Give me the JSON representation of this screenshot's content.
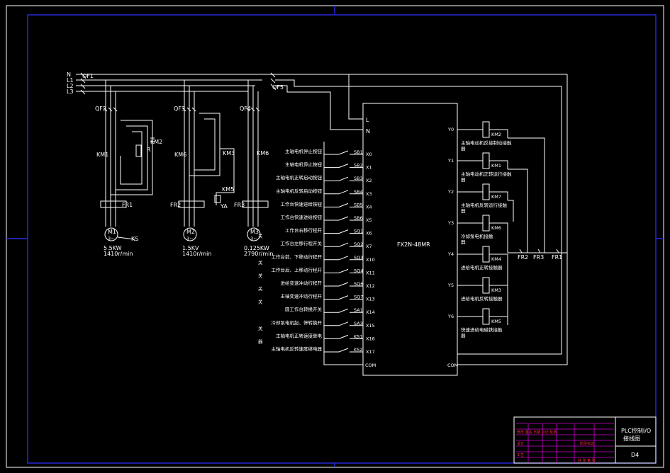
{
  "supply": {
    "phases": [
      "N",
      "L1",
      "L2",
      "L3"
    ],
    "main_switch": "QF1",
    "plc_switch": "QF5"
  },
  "motors": [
    {
      "switch": "QF2",
      "designator": "M1",
      "phase": "3~",
      "power": "5.5KW",
      "speed": "1410r/min",
      "relay": "FR1"
    },
    {
      "switch": "QF3",
      "designator": "M2",
      "phase": "3~",
      "power": "1.5KV",
      "speed": "1410r/min",
      "relay": "FR2"
    },
    {
      "switch": "QF4",
      "designator": "M3",
      "phase": "3~",
      "power": "0.125KW",
      "speed": "2790r/min",
      "relay": "FR3"
    }
  ],
  "power_labels": {
    "km1": "KM1",
    "km2": "KM2",
    "km3": "KM3",
    "km5": "KM5",
    "km6": "KM6",
    "r": "R",
    "ya": "YA",
    "ks": "KS"
  },
  "plc": {
    "model": "FX2N-48MR",
    "supply_terminals": [
      "L",
      "N"
    ],
    "com_left": "COM",
    "com_right": "COM",
    "inputs": [
      {
        "terminal": "X0",
        "device": "SB1",
        "desc": [
          "主轴电机停止按钮"
        ]
      },
      {
        "terminal": "X1",
        "device": "SB2",
        "desc": [
          "主轴电机停止按钮"
        ]
      },
      {
        "terminal": "X2",
        "device": "SB3",
        "desc": [
          "主轴电机正转启动按钮"
        ]
      },
      {
        "terminal": "X3",
        "device": "SB4",
        "desc": [
          "主轴电机反转启动按钮"
        ]
      },
      {
        "terminal": "X4",
        "device": "SB5",
        "desc": [
          "工作台快速进给按钮"
        ]
      },
      {
        "terminal": "X5",
        "device": "SB6",
        "desc": [
          "工作台快速进给按钮"
        ]
      },
      {
        "terminal": "X6",
        "device": "SQ1",
        "desc": [
          "工作台右移行程开",
          "关"
        ]
      },
      {
        "terminal": "X7",
        "device": "SQ2",
        "desc": [
          "工作台左移行程开关"
        ]
      },
      {
        "terminal": "X10",
        "device": "SQ3",
        "desc": [
          "工作台前、下移动行程开",
          "关"
        ]
      },
      {
        "terminal": "X11",
        "device": "SQ4",
        "desc": [
          "工作台后、上移动行程开",
          "关"
        ]
      },
      {
        "terminal": "X12",
        "device": "SQ6",
        "desc": [
          "进给变速冲动行程开",
          "关"
        ]
      },
      {
        "terminal": "X13",
        "device": "SQ7",
        "desc": [
          "主轴变速冲动行程开",
          "关"
        ]
      },
      {
        "terminal": "X14",
        "device": "SA1",
        "desc": [
          "圆工作台转换开关"
        ]
      },
      {
        "terminal": "X15",
        "device": "SA3",
        "desc": [
          "冷却泵电机起、停转换开",
          "关"
        ]
      },
      {
        "terminal": "X16",
        "device": "KS1",
        "desc": [
          "主轴电机正转速度继电",
          "器"
        ]
      },
      {
        "terminal": "X17",
        "device": "KS2",
        "desc": [
          "主轴电机反转速度继电器"
        ]
      }
    ],
    "outputs": [
      {
        "terminal": "Y0",
        "coil": "KM2",
        "desc": [
          "主轴电动机反接制动接触",
          "器"
        ]
      },
      {
        "terminal": "Y1",
        "coil": "KM1",
        "desc": [
          "主轴电动机正转运行接触",
          "器"
        ]
      },
      {
        "terminal": "Y2",
        "coil": "KM7",
        "desc": [
          "主轴电机反转运行接触",
          "器"
        ]
      },
      {
        "terminal": "Y3",
        "coil": "KM6",
        "desc": [
          "冷却泵电机接触",
          "器"
        ]
      },
      {
        "terminal": "Y4",
        "coil": "KM4",
        "desc": [
          "进给电机正转接触器"
        ]
      },
      {
        "terminal": "Y5",
        "coil": "KM3",
        "desc": [
          "进给电机反转接触器"
        ]
      },
      {
        "terminal": "Y6",
        "coil": "KM5",
        "desc": [
          "快速进给电磁铁接触",
          "器"
        ]
      }
    ],
    "overload_contacts": [
      "FR2",
      "FR3",
      "FR1"
    ]
  },
  "title_block": {
    "title": "PLC控制I/O",
    "subtitle": "接线图",
    "sheet": "D4"
  }
}
